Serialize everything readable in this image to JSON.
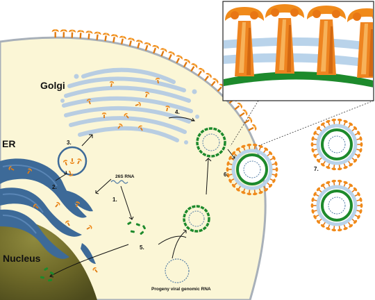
{
  "labels": {
    "golgi": "Golgi",
    "er": "ER",
    "nucleus": "Nucleus",
    "rna_26s": "26S RNA",
    "progeny_rna": "Progeny viral genomic RNA"
  },
  "steps": [
    "1.",
    "2.",
    "3.",
    "4.",
    "5.",
    "6.",
    "7."
  ],
  "colors": {
    "cytoplasm": "#fbf6d6",
    "membrane": "#a8b0b9",
    "er": "#3d6a98",
    "er_light": "#5a86b6",
    "golgi": "#b8cde2",
    "nucleus": "#6f6a2a",
    "capsid_green": "#1d8a2c",
    "rna_blue": "#557ea6",
    "spike_orange": "#f08a1a",
    "bilayer": "#b9d3ea"
  }
}
